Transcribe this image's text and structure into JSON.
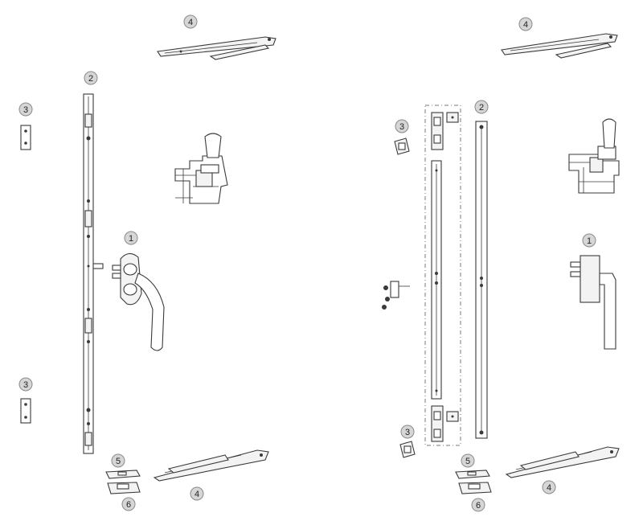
{
  "callouts": {
    "left_handle": "1",
    "left_rod": "2",
    "left_keeper_top": "3",
    "left_keeper_bottom": "3",
    "left_stay_top": "4",
    "left_stay_bottom": "4",
    "left_part5": "5",
    "left_part6": "6",
    "right_handle": "1",
    "right_rod": "2",
    "right_keeper_top": "3",
    "right_keeper_bottom": "3",
    "right_stay_top": "4",
    "right_stay_bottom": "4",
    "right_part5": "5",
    "right_part6": "6"
  },
  "colors": {
    "line": "#3a3a3a",
    "badge_fill": "#d6d6d6",
    "badge_stroke": "#8a8a8a"
  }
}
